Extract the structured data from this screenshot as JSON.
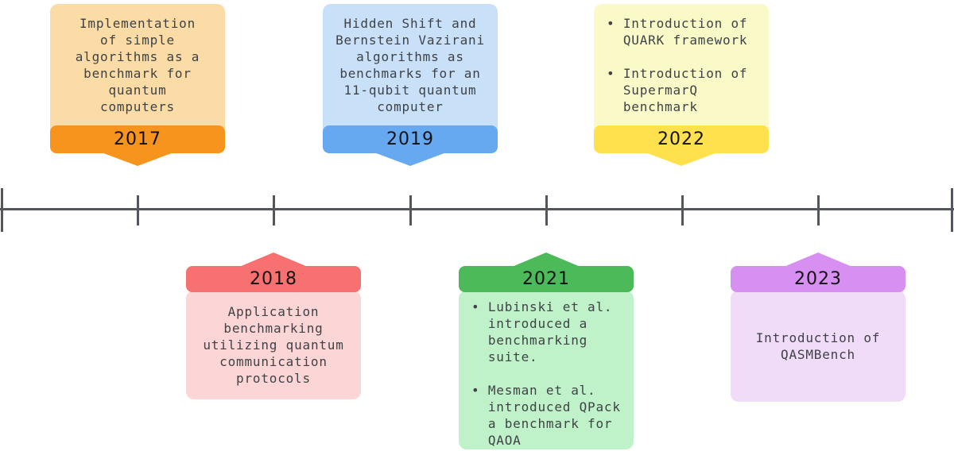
{
  "diagram": {
    "type": "timeline",
    "background": "#FFFFFF",
    "axis_color": "#53565C",
    "description_text_color": "#3F4246",
    "year_text_color": "#121212"
  },
  "events": [
    {
      "year": "2017",
      "side": "top",
      "band_color": "#F7941E",
      "body_color": "#FBDCA6",
      "description": "Implementation\nof simple\nalgorithms as a\nbenchmark for\nquantum\ncomputers"
    },
    {
      "year": "2018",
      "side": "bottom",
      "band_color": "#F87171",
      "body_color": "#FCD6D6",
      "description": "Application\nbenchmarking\nutilizing quantum\ncommunication\nprotocols"
    },
    {
      "year": "2019",
      "side": "top",
      "band_color": "#66A9F1",
      "body_color": "#C9E0F9",
      "description": "Hidden Shift and\nBernstein Vazirani\nalgorithms as\nbenchmarks for an\n11-qubit quantum\ncomputer"
    },
    {
      "year": "2021",
      "side": "bottom",
      "band_color": "#4CBA59",
      "body_color": "#C0F2C9",
      "description": "• Lubinski et al.\n  introduced a\n  benchmarking\n  suite.\n\n• Mesman et al.\n  introduced QPack\n  a benchmark for\n  QAOA"
    },
    {
      "year": "2022",
      "side": "top",
      "band_color": "#FFE14E",
      "body_color": "#FAFAC8",
      "description": "• Introduction of\n  QUARK framework\n\n• Introduction of\n  SupermarQ\n  benchmark"
    },
    {
      "year": "2023",
      "side": "bottom",
      "band_color": "#D78FF1",
      "body_color": "#F0DBF9",
      "description": "Introduction of\nQASMBench"
    }
  ]
}
